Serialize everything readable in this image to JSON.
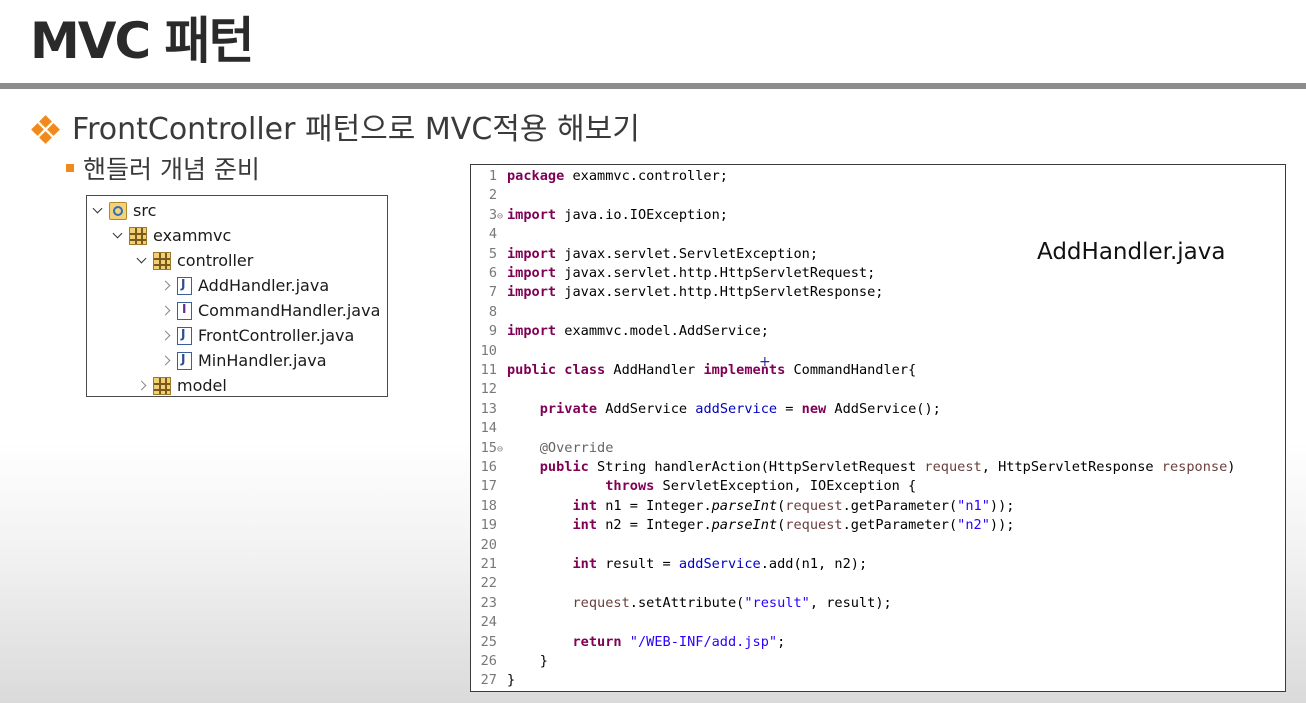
{
  "slide": {
    "title": "MVC 패턴",
    "bullet1": "FrontController 패턴으로 MVC적용 해보기",
    "bullet2": "핸들러 개념 준비"
  },
  "tree": [
    {
      "label": "src",
      "icon": "source-folder-icon",
      "expanded": true
    },
    {
      "label": "exammvc",
      "icon": "package-icon",
      "expanded": true
    },
    {
      "label": "controller",
      "icon": "package-icon",
      "expanded": true
    },
    {
      "label": "AddHandler.java",
      "icon": "java-file-icon",
      "expanded": false
    },
    {
      "label": "CommandHandler.java",
      "icon": "java-interface-icon",
      "expanded": false
    },
    {
      "label": "FrontController.java",
      "icon": "java-file-icon",
      "expanded": false
    },
    {
      "label": "MinHandler.java",
      "icon": "java-file-icon",
      "expanded": false
    },
    {
      "label": "model",
      "icon": "package-icon",
      "expanded": false
    }
  ],
  "code": {
    "file_label": "AddHandler.java",
    "line_numbers": [
      "1",
      "2",
      "3",
      "4",
      "5",
      "6",
      "7",
      "8",
      "9",
      "10",
      "11",
      "12",
      "13",
      "14",
      "15",
      "16",
      "17",
      "18",
      "19",
      "20",
      "21",
      "22",
      "23",
      "24",
      "25",
      "26",
      "27"
    ],
    "lines": [
      [
        {
          "t": "package",
          "c": "kw"
        },
        {
          "t": " exammvc.controller;"
        }
      ],
      [],
      [
        {
          "t": "import",
          "c": "kw"
        },
        {
          "t": " java.io.IOException;"
        }
      ],
      [],
      [
        {
          "t": "import",
          "c": "kw"
        },
        {
          "t": " javax.servlet.ServletException;"
        }
      ],
      [
        {
          "t": "import",
          "c": "kw"
        },
        {
          "t": " javax.servlet.http.HttpServletRequest;"
        }
      ],
      [
        {
          "t": "import",
          "c": "kw"
        },
        {
          "t": " javax.servlet.http.HttpServletResponse;"
        }
      ],
      [],
      [
        {
          "t": "import",
          "c": "kw"
        },
        {
          "t": " exammvc.model.AddService;"
        }
      ],
      [],
      [
        {
          "t": "public class",
          "c": "kw"
        },
        {
          "t": " AddHandler "
        },
        {
          "t": "implements",
          "c": "kw"
        },
        {
          "t": " CommandHandler{"
        }
      ],
      [],
      [
        {
          "t": "    "
        },
        {
          "t": "private",
          "c": "kw"
        },
        {
          "t": " AddService "
        },
        {
          "t": "addService",
          "c": "fld"
        },
        {
          "t": " = "
        },
        {
          "t": "new",
          "c": "kw"
        },
        {
          "t": " AddService();"
        }
      ],
      [],
      [
        {
          "t": "    "
        },
        {
          "t": "@Override",
          "c": "ann"
        }
      ],
      [
        {
          "t": "    "
        },
        {
          "t": "public",
          "c": "kw"
        },
        {
          "t": " String handlerAction(HttpServletRequest "
        },
        {
          "t": "request",
          "c": "par"
        },
        {
          "t": ", HttpServletResponse "
        },
        {
          "t": "response",
          "c": "par"
        },
        {
          "t": ")"
        }
      ],
      [
        {
          "t": "            "
        },
        {
          "t": "throws",
          "c": "kw"
        },
        {
          "t": " ServletException, IOException {"
        }
      ],
      [
        {
          "t": "        "
        },
        {
          "t": "int",
          "c": "kw"
        },
        {
          "t": " n1 = Integer."
        },
        {
          "t": "parseInt",
          "c": "it"
        },
        {
          "t": "("
        },
        {
          "t": "request",
          "c": "par"
        },
        {
          "t": ".getParameter("
        },
        {
          "t": "\"n1\"",
          "c": "str"
        },
        {
          "t": "));"
        }
      ],
      [
        {
          "t": "        "
        },
        {
          "t": "int",
          "c": "kw"
        },
        {
          "t": " n2 = Integer."
        },
        {
          "t": "parseInt",
          "c": "it"
        },
        {
          "t": "("
        },
        {
          "t": "request",
          "c": "par"
        },
        {
          "t": ".getParameter("
        },
        {
          "t": "\"n2\"",
          "c": "str"
        },
        {
          "t": "));"
        }
      ],
      [],
      [
        {
          "t": "        "
        },
        {
          "t": "int",
          "c": "kw"
        },
        {
          "t": " result = "
        },
        {
          "t": "addService",
          "c": "fld"
        },
        {
          "t": ".add(n1, n2);"
        }
      ],
      [],
      [
        {
          "t": "        "
        },
        {
          "t": "request",
          "c": "par"
        },
        {
          "t": ".setAttribute("
        },
        {
          "t": "\"result\"",
          "c": "str"
        },
        {
          "t": ", result);"
        }
      ],
      [],
      [
        {
          "t": "        "
        },
        {
          "t": "return",
          "c": "kw"
        },
        {
          "t": " "
        },
        {
          "t": "\"/WEB-INF/add.jsp\"",
          "c": "str"
        },
        {
          "t": ";"
        }
      ],
      [
        {
          "t": "    }"
        }
      ],
      [
        {
          "t": "}"
        }
      ]
    ]
  }
}
